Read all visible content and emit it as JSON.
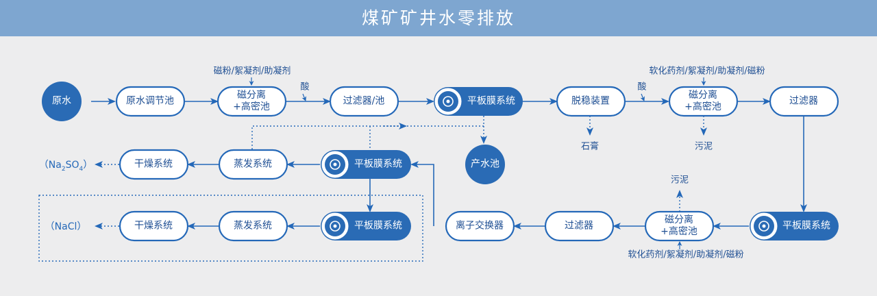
{
  "title": "煤矿矿井水零排放",
  "nodes": {
    "raw_water": "原水",
    "raw_water_tank": "原水调节池",
    "mag_sep_1": [
      "磁分离",
      "+高密池"
    ],
    "filter_tank": "过滤器/池",
    "plate_membrane_1": "平板膜系统",
    "desulfurization": "脱稳装置",
    "mag_sep_2": [
      "磁分离",
      "+高密池"
    ],
    "filter_2": "过滤器",
    "plate_membrane_2": "平板膜系统",
    "mag_sep_3": [
      "磁分离",
      "+高密池"
    ],
    "filter_3": "过滤器",
    "ion_exchanger": "离子交换器",
    "plate_membrane_3": "平板膜系统",
    "evaporation_1": "蒸发系统",
    "drying_1": "干燥系统",
    "product_tank": "产水池",
    "plate_membrane_4": "平板膜系统",
    "evaporation_2": "蒸发系统",
    "drying_2": "干燥系统"
  },
  "labels": {
    "additives_1": "磁粉/絮凝剂/助凝剂",
    "acid_1": "酸",
    "acid_2": "酸",
    "additives_2": "软化药剂/絮凝剂/助凝剂/磁粉",
    "additives_3": "软化药剂/絮凝剂/助凝剂/磁粉",
    "gypsum": "石膏",
    "sludge_1": "污泥",
    "sludge_2": "污泥"
  },
  "products": {
    "sodium_sulfate": {
      "open": "（Na",
      "sub1": "2",
      "mid": "SO",
      "sub2": "4",
      "close": "）"
    },
    "sodium_chloride": "（NaCl）"
  },
  "colors": {
    "title_bar": "#7ea6d0",
    "background": "#ededee",
    "accent": "#2468b8",
    "node_fill_dark": "#2a6bb5",
    "text_dark": "#1f4f93"
  }
}
